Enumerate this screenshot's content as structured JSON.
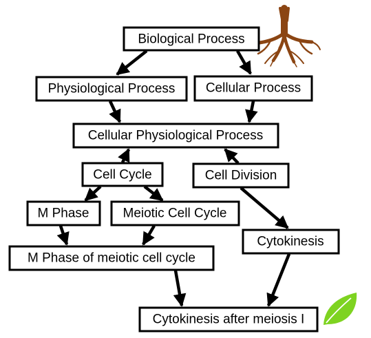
{
  "nodes": {
    "biological_process": "Biological Process",
    "physiological_process": "Physiological Process",
    "cellular_process": "Cellular Process",
    "cellular_physiological_process": "Cellular Physiological Process",
    "cell_cycle": "Cell Cycle",
    "cell_division": "Cell Division",
    "m_phase": "M Phase",
    "meiotic_cell_cycle": "Meiotic Cell Cycle",
    "cytokinesis": "Cytokinesis",
    "m_phase_of_meiotic_cell_cycle": "M Phase of meiotic cell cycle",
    "cytokinesis_after_meiosis_i": "Cytokinesis after meiosis I"
  },
  "edges": [
    {
      "from": "biological_process",
      "to": "physiological_process"
    },
    {
      "from": "biological_process",
      "to": "cellular_process"
    },
    {
      "from": "physiological_process",
      "to": "cellular_physiological_process"
    },
    {
      "from": "cellular_process",
      "to": "cellular_physiological_process"
    },
    {
      "from": "cell_cycle",
      "to": "cellular_physiological_process"
    },
    {
      "from": "cell_division",
      "to": "cellular_physiological_process"
    },
    {
      "from": "cell_cycle",
      "to": "m_phase"
    },
    {
      "from": "cell_cycle",
      "to": "meiotic_cell_cycle"
    },
    {
      "from": "m_phase",
      "to": "m_phase_of_meiotic_cell_cycle"
    },
    {
      "from": "meiotic_cell_cycle",
      "to": "m_phase_of_meiotic_cell_cycle"
    },
    {
      "from": "cell_division",
      "to": "cytokinesis"
    },
    {
      "from": "m_phase_of_meiotic_cell_cycle",
      "to": "cytokinesis_after_meiosis_i"
    },
    {
      "from": "cytokinesis",
      "to": "cytokinesis_after_meiosis_i"
    }
  ],
  "icons": {
    "root": "root-icon",
    "leaf": "leaf-icon"
  },
  "colors": {
    "root": "#8b4513",
    "leaf": "#7ed321"
  }
}
